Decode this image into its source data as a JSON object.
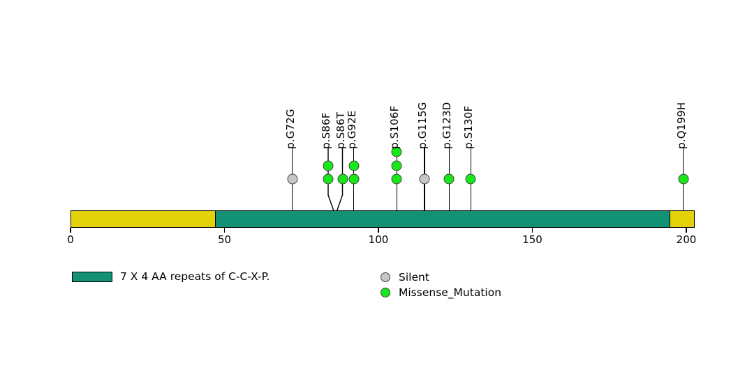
{
  "chart_data": {
    "type": "lollipop",
    "title": "",
    "xlabel": "",
    "ylabel": "",
    "xlim": [
      0,
      200
    ],
    "protein_length": 200,
    "axis_ticks": [
      {
        "value": 0,
        "label": "0"
      },
      {
        "value": 50,
        "label": "50"
      },
      {
        "value": 100,
        "label": "100"
      },
      {
        "value": 150,
        "label": "150"
      },
      {
        "value": 200,
        "label": "200"
      }
    ],
    "backbone_color": "#e2d209",
    "domains": [
      {
        "name": "7 X 4 AA repeats of C-C-X-P.",
        "start": 47,
        "end": 195,
        "color": "#139175"
      }
    ],
    "variant_classes": [
      {
        "name": "Silent",
        "color": "#c6c6c6"
      },
      {
        "name": "Missense_Mutation",
        "color": "#18e818"
      }
    ],
    "mutations": [
      {
        "label": "p.G72G",
        "position": 72,
        "count": 1,
        "class": "Silent"
      },
      {
        "label": "p.S86F",
        "position": 86,
        "count": 2,
        "class": "Missense_Mutation"
      },
      {
        "label": "p.S86T",
        "position": 86,
        "count": 1,
        "class": "Missense_Mutation"
      },
      {
        "label": "p.G92E",
        "position": 92,
        "count": 2,
        "class": "Missense_Mutation"
      },
      {
        "label": "p.S106F",
        "position": 106,
        "count": 3,
        "class": "Missense_Mutation"
      },
      {
        "label": "p.G115G",
        "position": 115,
        "count": 1,
        "class": "Silent"
      },
      {
        "label": "p.G123D",
        "position": 123,
        "count": 1,
        "class": "Missense_Mutation"
      },
      {
        "label": "p.S130F",
        "position": 130,
        "count": 1,
        "class": "Missense_Mutation"
      },
      {
        "label": "p.Q199H",
        "position": 199,
        "count": 1,
        "class": "Missense_Mutation"
      }
    ]
  },
  "legend": {
    "domain_label": "7 X 4 AA repeats of C-C-X-P.",
    "domain_color": "#139175",
    "variants": [
      {
        "label": "Silent",
        "color": "#c6c6c6"
      },
      {
        "label": "Missense_Mutation",
        "color": "#18e818"
      }
    ]
  }
}
